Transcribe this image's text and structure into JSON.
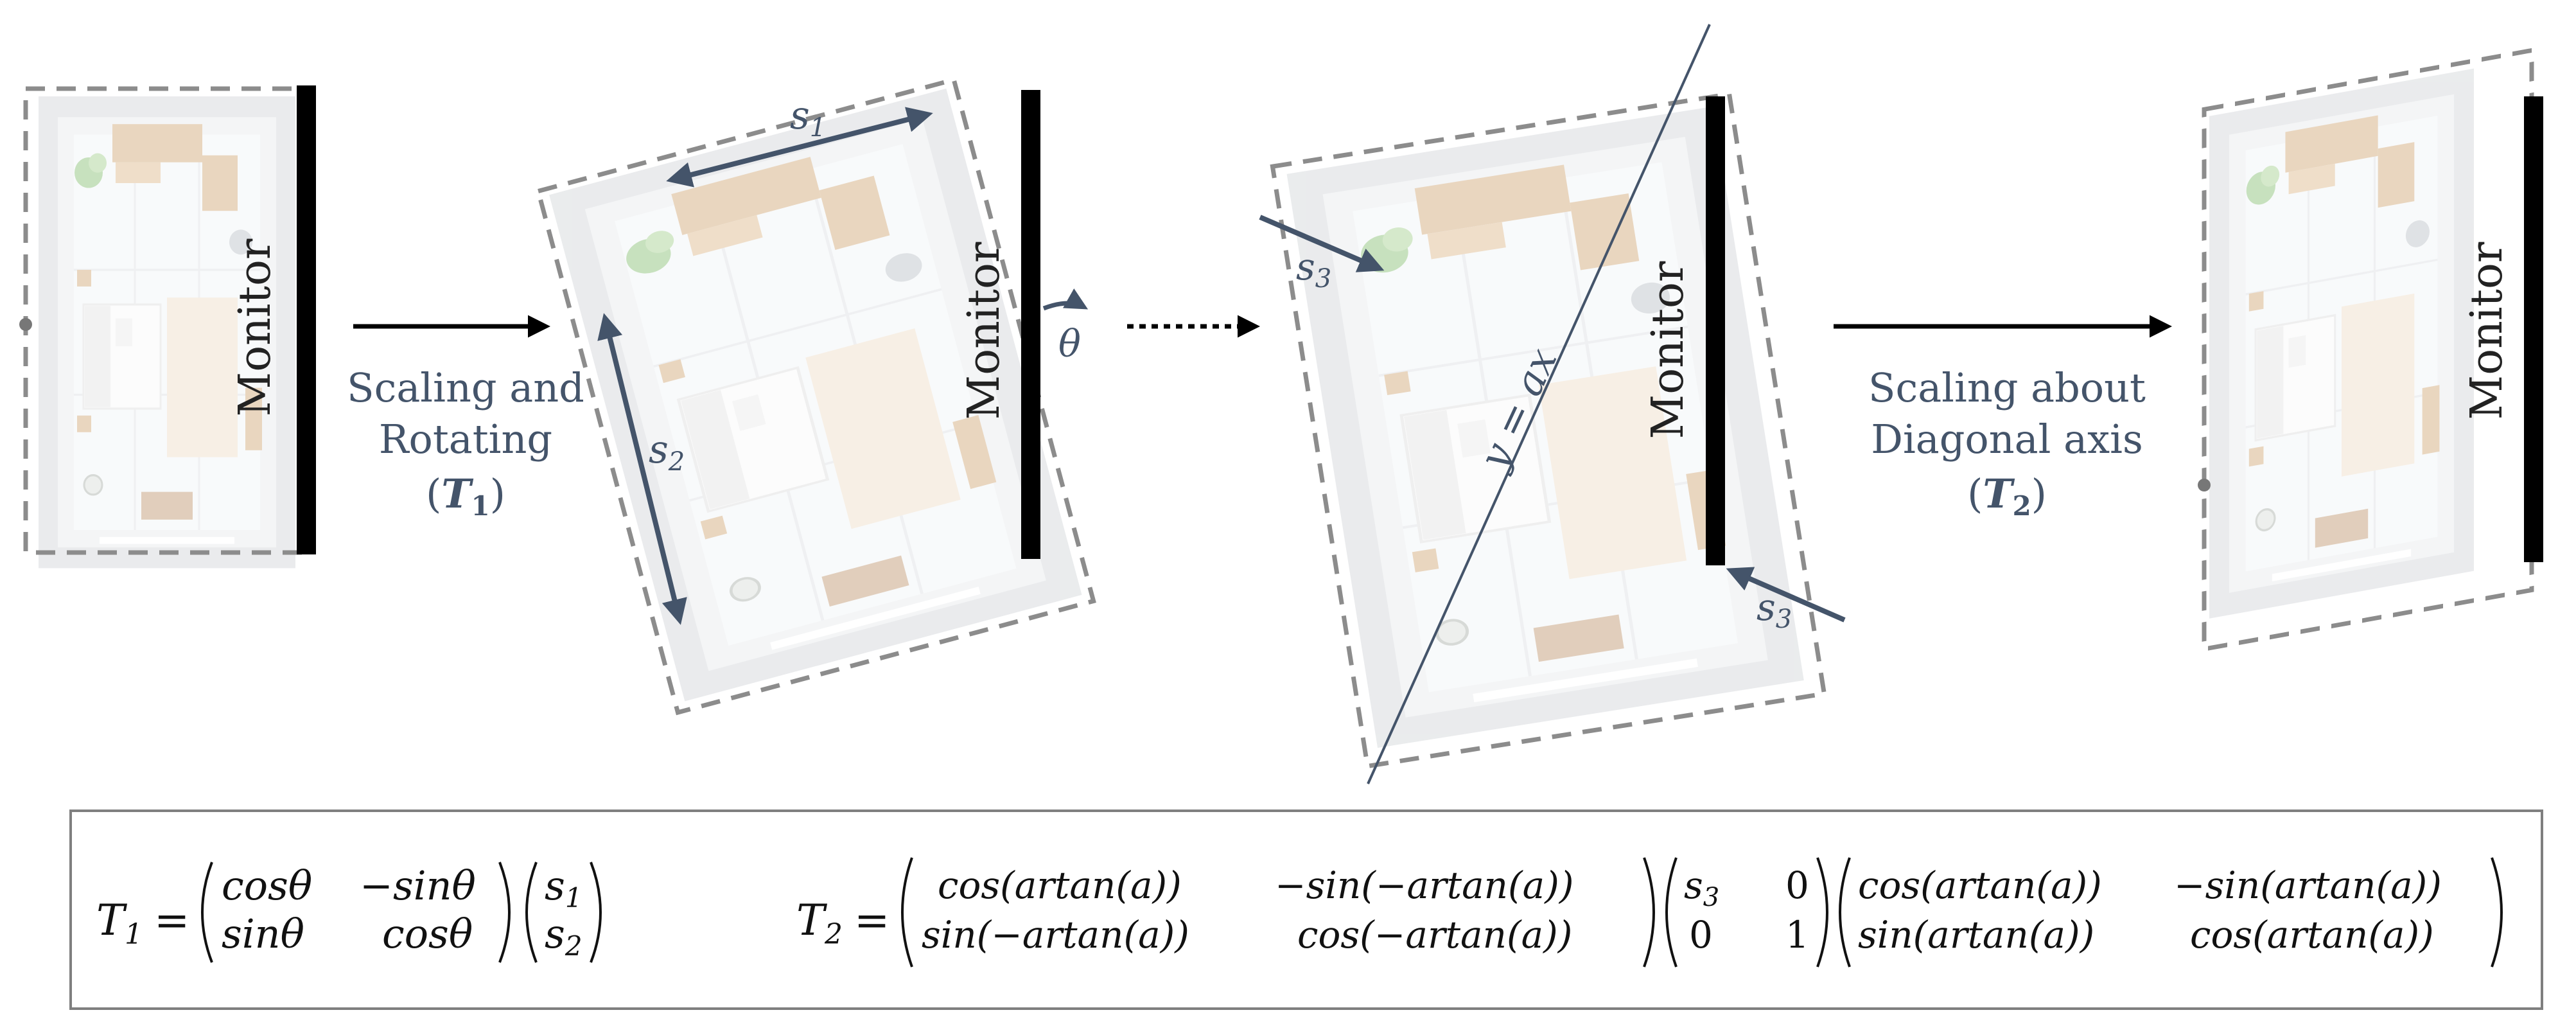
{
  "stages": [
    {
      "monitor_label": "Monitor"
    },
    {
      "monitor_label": "Monitor"
    },
    {
      "monitor_label": "Monitor"
    },
    {
      "monitor_label": "Monitor"
    }
  ],
  "transforms": {
    "t1": {
      "line1": "Scaling and",
      "line2": "Rotating",
      "symbol": "T",
      "subscript": "1"
    },
    "t2": {
      "line1": "Scaling about",
      "line2": "Diagonal axis",
      "symbol": "T",
      "subscript": "2"
    }
  },
  "labels": {
    "s": "s",
    "s1_sub": "1",
    "s2_sub": "2",
    "s3_sub": "3",
    "theta": "θ",
    "diagonal_line": "y = ax"
  },
  "equations": {
    "t1": {
      "lhs": "T",
      "lhs_sub": "1",
      "eq": "=",
      "rot": [
        [
          "cosθ",
          "−sinθ"
        ],
        [
          "sinθ",
          "cosθ"
        ]
      ],
      "vec": [
        {
          "base": "s",
          "sub": "1"
        },
        {
          "base": "s",
          "sub": "2"
        }
      ]
    },
    "t2": {
      "lhs": "T",
      "lhs_sub": "2",
      "eq": "=",
      "m1": [
        [
          "cos(artan(a))",
          "−sin(−artan(a))"
        ],
        [
          "sin(−artan(a))",
          "cos(−artan(a))"
        ]
      ],
      "m2": [
        [
          {
            "base": "s",
            "sub": "3"
          },
          "0"
        ],
        [
          "0",
          "1"
        ]
      ],
      "m3": [
        [
          "cos(artan(a))",
          "−sin(artan(a))"
        ],
        [
          "sin(artan(a))",
          "cos(artan(a))"
        ]
      ]
    }
  },
  "colors": {
    "arrow": "#44546a",
    "dashed": "#8c8c8c",
    "monitor": "#000000",
    "caption": "#44546a"
  }
}
